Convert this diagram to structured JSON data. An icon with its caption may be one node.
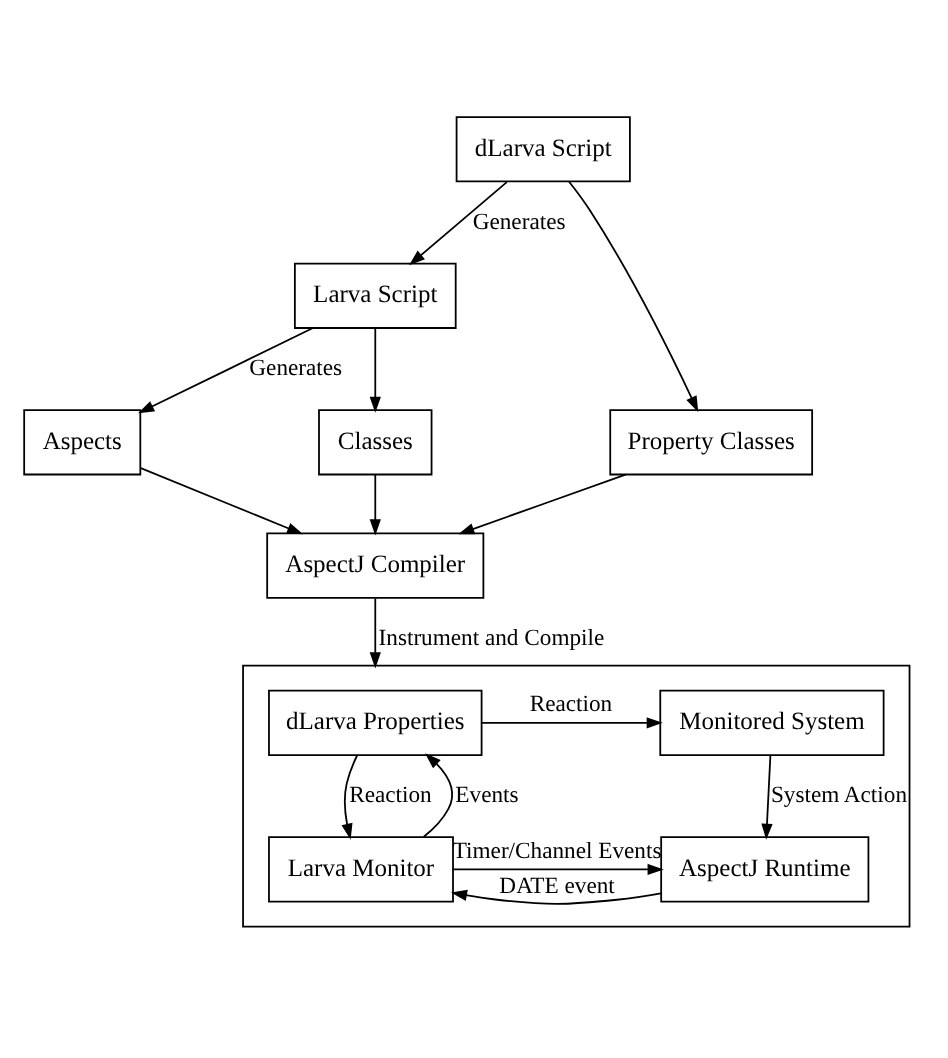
{
  "diagram": {
    "nodes": [
      {
        "text": [
          "dLarva Script"
        ]
      },
      {
        "text": [
          "Larva Script"
        ]
      },
      {
        "text": [
          "Property Classes"
        ]
      },
      {
        "text": [
          "Aspects"
        ]
      },
      {
        "text": [
          "Classes"
        ]
      },
      {
        "text": [
          "AspectJ Compiler"
        ]
      },
      {
        "text": [],
        "shape": "box"
      },
      {
        "text": [
          "dLarva Properties"
        ],
        "in": 6
      },
      {
        "text": [
          "Monitored System"
        ],
        "in": 6
      },
      {
        "text": [
          "Larva Monitor"
        ],
        "in": 6
      },
      {
        "text": [
          "AspectJ Runtime"
        ],
        "in": 6
      }
    ],
    "edges": [
      {
        "from": 0,
        "to": 1,
        "arrow": "to",
        "label": "Generates"
      },
      {
        "from": 0,
        "to": 2,
        "arrow": "to"
      },
      {
        "from": 1,
        "to": 3,
        "arrow": "to",
        "label": "Generates"
      },
      {
        "from": 1,
        "to": 4,
        "arrow": "to"
      },
      {
        "from": 3,
        "to": 5,
        "arrow": "to"
      },
      {
        "from": 4,
        "to": 5,
        "arrow": "to"
      },
      {
        "from": 2,
        "to": 5,
        "arrow": "to"
      },
      {
        "from": 5,
        "to": 6,
        "arrow": "to",
        "label": "Instrument and Compile"
      },
      {
        "from": 7,
        "to": 8,
        "arrow": "to",
        "label": "Reaction"
      },
      {
        "from": 7,
        "to": 9,
        "arrow": "to",
        "label": "Reaction"
      },
      {
        "from": 9,
        "to": 7,
        "arrow": "to",
        "label": "Events"
      },
      {
        "from": 9,
        "to": 10,
        "arrow": "to",
        "label": "Timer/Channel Events"
      },
      {
        "from": 10,
        "to": 9,
        "arrow": "to",
        "label": "DATE event"
      },
      {
        "from": 8,
        "to": 10,
        "arrow": "to",
        "label": "System Action"
      }
    ]
  }
}
